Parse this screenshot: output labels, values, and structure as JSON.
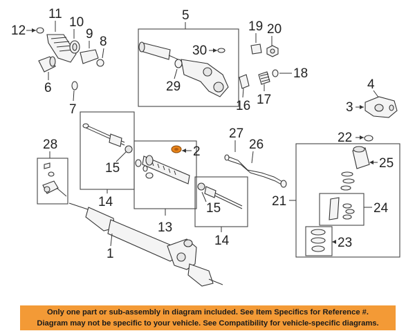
{
  "callouts": {
    "c1": "1",
    "c2": "2",
    "c3": "3",
    "c4": "4",
    "c5": "5",
    "c6": "6",
    "c7": "7",
    "c8": "8",
    "c9": "9",
    "c10": "10",
    "c11": "11",
    "c12": "12",
    "c13": "13",
    "c14a": "14",
    "c14b": "14",
    "c15a": "15",
    "c15b": "15",
    "c16": "16",
    "c17": "17",
    "c18": "18",
    "c19": "19",
    "c20": "20",
    "c21": "21",
    "c22": "22",
    "c23": "23",
    "c24": "24",
    "c25": "25",
    "c26": "26",
    "c27": "27",
    "c28": "28",
    "c29": "29",
    "c30": "30"
  },
  "highlight_color": "#e8841a",
  "footer": {
    "background": "#f39a36",
    "line1": "Only one part or sub-assembly in diagram included. See Item Specifics for Reference #.",
    "line2": "Diagram may not be specific to your vehicle. See Compatibility for vehicle-specific diagrams."
  }
}
